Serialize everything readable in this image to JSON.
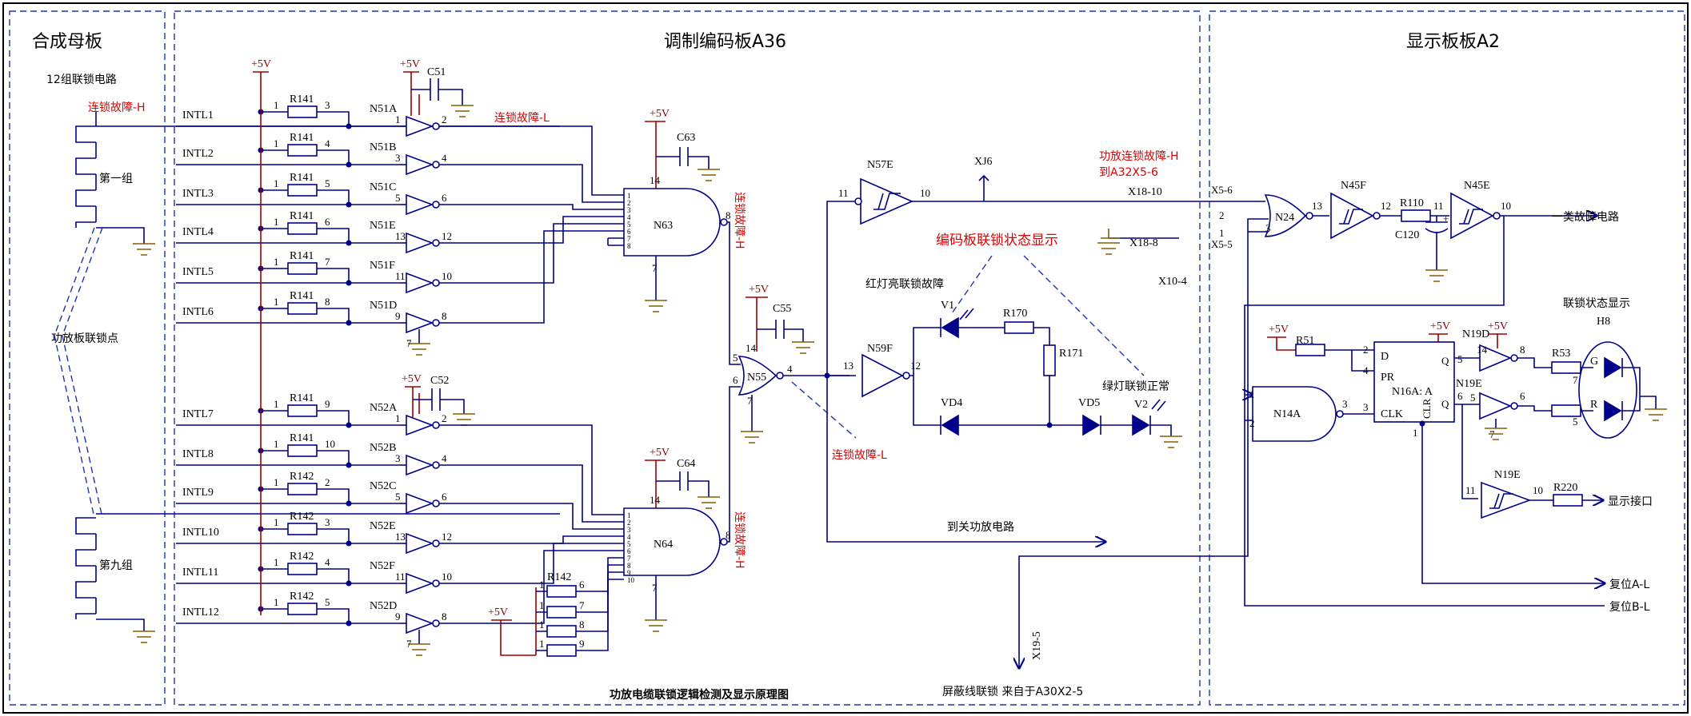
{
  "sections": {
    "left": "合成母板",
    "middle": "调制编码板A36",
    "right": "显示板板A2"
  },
  "left_panel": {
    "group_title": "12组联锁电路",
    "fault_h": "连锁故障-H",
    "group1": "第一组",
    "amp_point": "功放板联锁点",
    "group9": "第九组"
  },
  "inputs": [
    "INTL1",
    "INTL2",
    "INTL3",
    "INTL4",
    "INTL5",
    "INTL6",
    "INTL7",
    "INTL8",
    "INTL9",
    "INTL10",
    "INTL11",
    "INTL12"
  ],
  "resistor_labels": [
    "R141",
    "R141",
    "R141",
    "R141",
    "R141",
    "R141",
    "R141",
    "R141",
    "R142",
    "R142",
    "R142",
    "R142"
  ],
  "resistor_pins": [
    "3",
    "4",
    "5",
    "6",
    "7",
    "8",
    "9",
    "10",
    "2",
    "3",
    "4",
    "5"
  ],
  "buffer_names": [
    "N51A",
    "N51B",
    "N51C",
    "N51E",
    "N51F",
    "N51D",
    "N52A",
    "N52B",
    "N52C",
    "N52E",
    "N52F",
    "N52D"
  ],
  "buffer_in_pins": [
    "1",
    "3",
    "5",
    "13",
    "11",
    "9",
    "1",
    "3",
    "5",
    "13",
    "11",
    "9"
  ],
  "buffer_out_pins": [
    "2",
    "4",
    "6",
    "12",
    "10",
    "8",
    "2",
    "4",
    "6",
    "12",
    "10",
    "8"
  ],
  "power": "+5V",
  "caps": {
    "c51": "C51",
    "c52": "C52",
    "c63": "C63",
    "c64": "C64",
    "c55": "C55",
    "c120": "C120"
  },
  "gates": {
    "n63": "N63",
    "n64": "N64",
    "n55": "N55",
    "n57e": "N57E",
    "n59f": "N59F",
    "n24": "N24",
    "n45f": "N45F",
    "n45e": "N45E",
    "n14a": "N14A",
    "n16a": "N16A: A",
    "n19d": "N19D",
    "n19e_top": "N19E",
    "n19e": "N19E"
  },
  "middle": {
    "fault_l_top": "连锁故障-L",
    "fault_h_n63": "连锁故障-H",
    "fault_h_n64": "连锁故障-H",
    "fault_l_bottom": "连锁故障-L",
    "xj6": "XJ6",
    "amp_fault_h": "功放连锁故障-H",
    "to_a32": "到A32X5-6",
    "x18_10": "X18-10",
    "x18_8": "X18-8",
    "status_title": "编码板联锁状态显示",
    "red_led": "红灯亮联锁故障",
    "green_led": "绿灯联锁正常",
    "v1": "V1",
    "r170": "R170",
    "r171": "R171",
    "vd4": "VD4",
    "vd5": "VD5",
    "v2": "V2",
    "to_off": "到关功放电路",
    "x19_5": "X19-5",
    "shield": "屏蔽线联锁 来自于A30X2-5",
    "x10_4": "X10-4",
    "r142_block": "R142",
    "r142_pins": [
      "6",
      "7",
      "8",
      "9"
    ],
    "caption": "功放电缆联锁逻辑检测及显示原理图"
  },
  "right": {
    "x5_6": "X5-6",
    "x5_5": "X5-5",
    "r110": "R110",
    "class1": "一类故障电路",
    "status_disp": "联锁状态显示",
    "h8": "H8",
    "r51": "R51",
    "r53": "R53",
    "r220": "R220",
    "g": "G",
    "r": "R",
    "disp_port": "显示接口",
    "reset_a": "复位A-L",
    "reset_b": "复位B-L",
    "d": "D",
    "pr": "PR",
    "clk": "CLK",
    "q": "Q",
    "clr": "CLR"
  }
}
